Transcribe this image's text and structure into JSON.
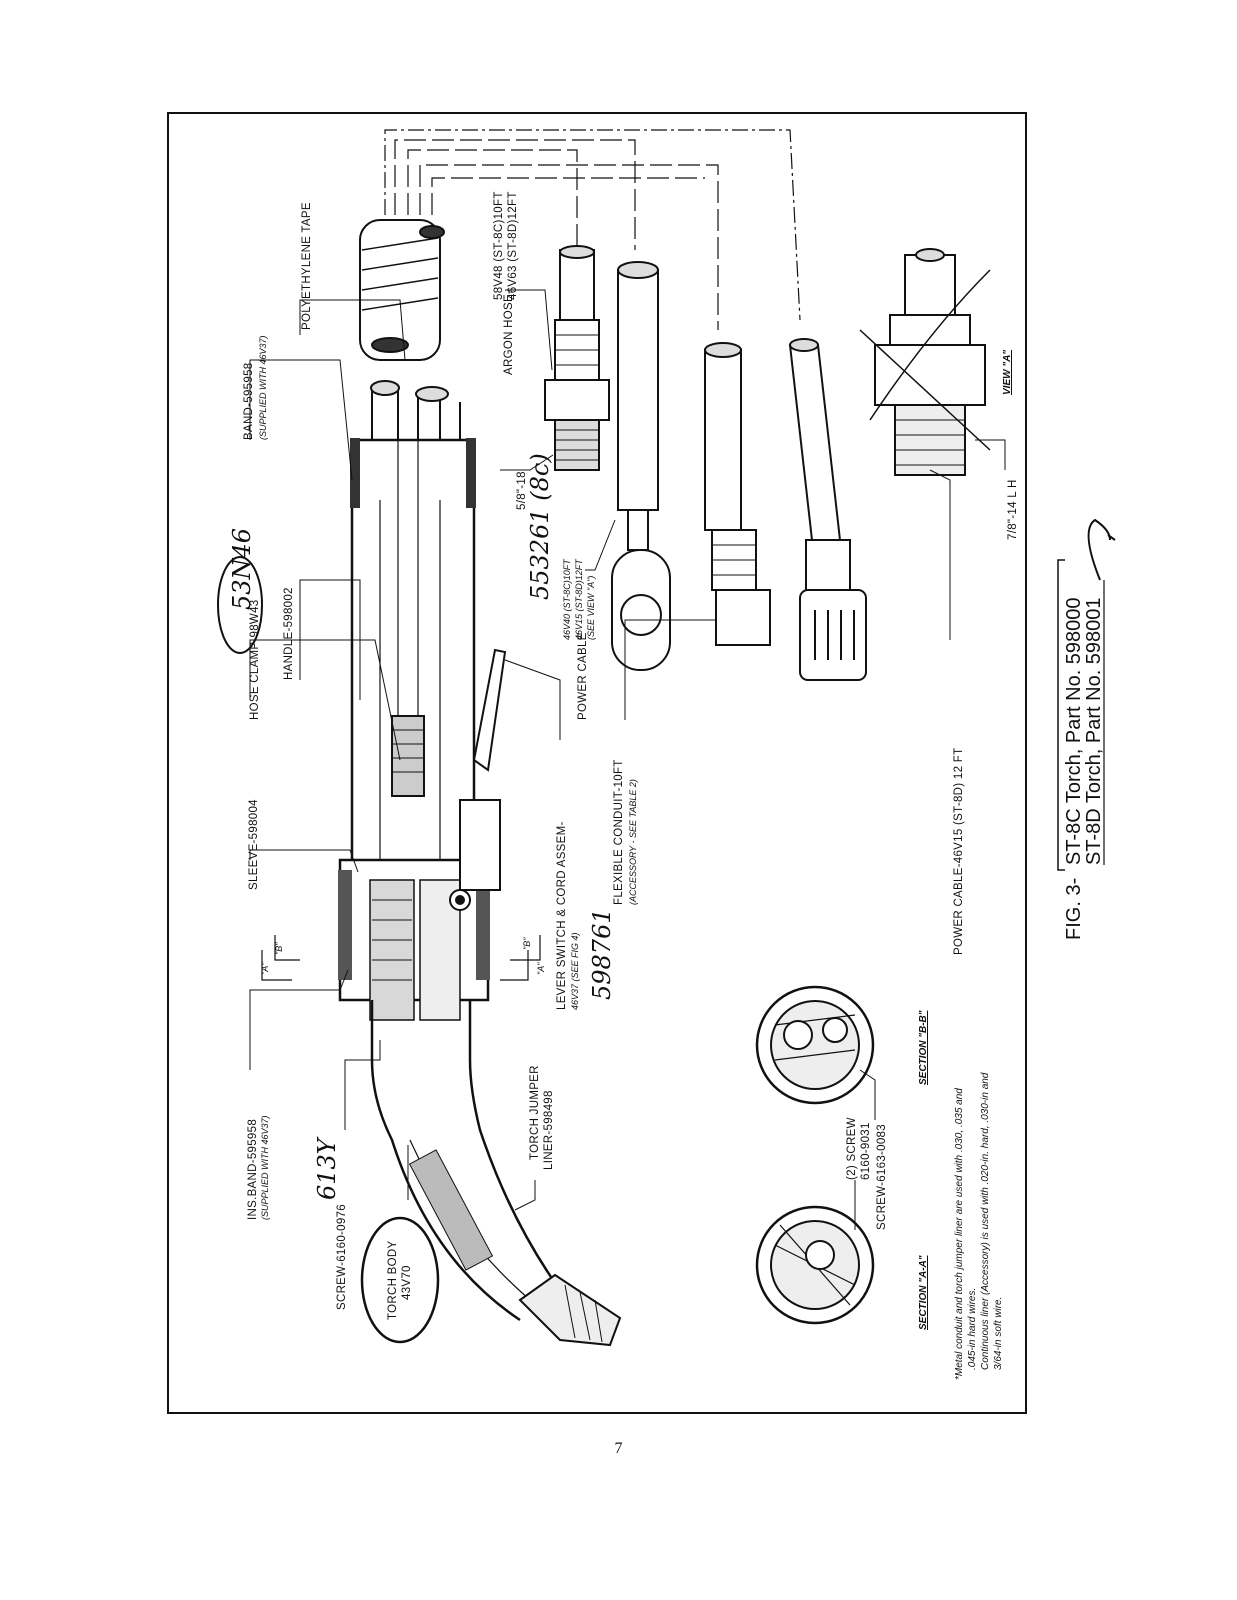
{
  "labels": {
    "band_top": "BAND-595958",
    "band_top_note": "(SUPPLIED WITH 46V37)",
    "tape": "POLYETHYLENE TAPE",
    "argon_hose": "ARGON HOSE-",
    "argon_c": "58V48 (ST-8C)10FT",
    "argon_d": "46V63 (ST-8D)12FT",
    "thread_top": "5/8\"-18",
    "power_cable_left": "POWER CABLE",
    "pc_c": "46V40 (ST-8C)10FT",
    "pc_d": "46V15 (ST-8D)12FT",
    "pc_view": "(SEE VIEW \"A\")",
    "hose_clamp": "HOSE CLAMP-98W43",
    "handle": "HANDLE-598002",
    "sleeve": "SLEEVE-598004",
    "lever_switch": "LEVER SWITCH & CORD ASSEM-",
    "lever_switch_note": "46V37 (SEE FIG 4)",
    "flex_conduit": "FLEXIBLE CONDUIT-10FT",
    "flex_conduit_note": "(ACCESSORY - SEE TABLE 2)",
    "ins_band": "INS.BAND-595958",
    "ins_band_note": "(SUPPLIED WITH 46V37)",
    "screw_left": "SCREW-6160-0976",
    "torch_body": "TORCH BODY",
    "torch_body_no": "43V70",
    "jumper": "TORCH JUMPER",
    "jumper2": "LINER-598498",
    "screw2": "(2) SCREW",
    "screw2_no": "6160-9031",
    "screw3": "SCREW-6163-0083",
    "power_cable_right": "POWER CABLE-46V15 (ST-8D) 12 FT",
    "thread_right": "7/8\"-14 L H",
    "view_a": "VIEW \"A\"",
    "section_aa": "SECTION \"A-A\"",
    "section_bb": "SECTION \"B-B\"",
    "cut_a": "\"A\"",
    "cut_b": "\"B\""
  },
  "notes": {
    "line1": "*Metal conduit and torch jumper liner are used with .030, .035 and",
    "line2": ".045-in hard wires.",
    "line3": "Continuous liner (Accessory) is used with .020-in. hard, .030-in and",
    "line4": "3/64-in soft wire."
  },
  "handwritten": {
    "h1": "53N46",
    "h2": "553261 (8c)",
    "h3": "598761",
    "h4": "613Y"
  },
  "caption": {
    "fig": "FIG. 3-",
    "line1": "ST-8C Torch, Part No. 598000",
    "line2": "ST-8D Torch, Part No. 598001"
  },
  "page_number": "7"
}
